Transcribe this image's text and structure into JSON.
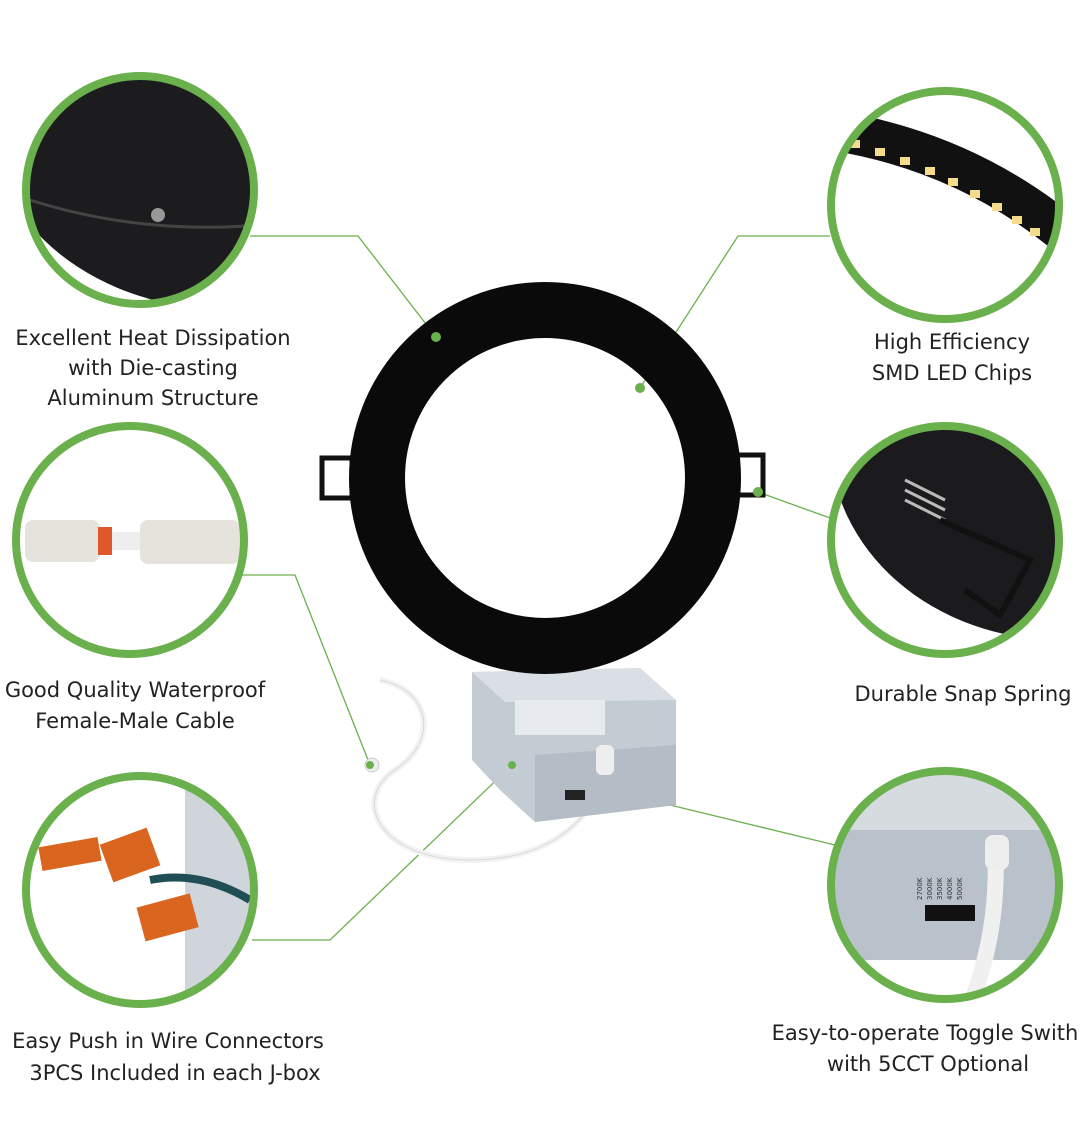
{
  "features": [
    {
      "lines": [
        "Excellent Heat Dissipation",
        "with Die-casting",
        "Aluminum Structure"
      ],
      "icon": "heat-sink-closeup"
    },
    {
      "lines": [
        "High Efficiency",
        "SMD LED Chips"
      ],
      "icon": "led-strip-closeup"
    },
    {
      "lines": [
        "Good Quality Waterproof",
        "Female-Male Cable"
      ],
      "icon": "cable-connector-closeup"
    },
    {
      "lines": [
        "Durable Snap Spring"
      ],
      "icon": "snap-spring-closeup"
    },
    {
      "lines": [
        "Easy Push in Wire Connectors",
        "3PCS Included in each J-box"
      ],
      "icon": "wire-connector-closeup"
    },
    {
      "lines": [
        "Easy-to-operate Toggle Swith",
        "with 5CCT Optional"
      ],
      "icon": "toggle-switch-closeup"
    }
  ],
  "cct_options": [
    "2700K",
    "3000K",
    "3500K",
    "4000K",
    "5000K"
  ],
  "colors": {
    "accent": "#6ab04c",
    "fixture": "#0a0a0a",
    "box": "#b9c2cb"
  }
}
